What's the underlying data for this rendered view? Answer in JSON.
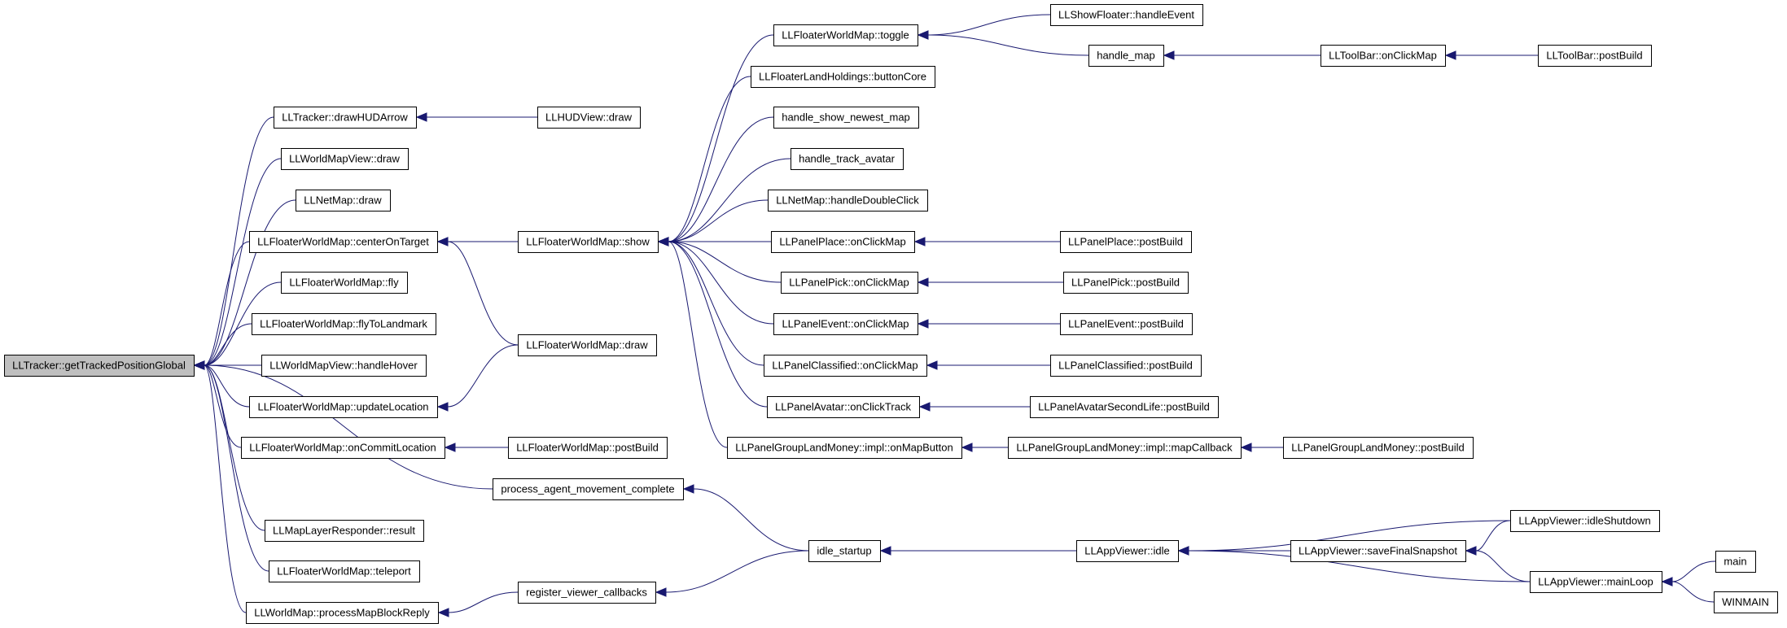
{
  "graph": {
    "root": "n_root",
    "nodes": [
      {
        "id": "n_root",
        "label": "LLTracker::getTrackedPositionGlobal",
        "root": true
      },
      {
        "id": "n_drawHUDArrow",
        "label": "LLTracker::drawHUDArrow"
      },
      {
        "id": "n_hudDraw",
        "label": "LLHUDView::draw"
      },
      {
        "id": "n_wmvDraw",
        "label": "LLWorldMapView::draw"
      },
      {
        "id": "n_netDraw",
        "label": "LLNetMap::draw"
      },
      {
        "id": "n_centerOnTarget",
        "label": "LLFloaterWorldMap::centerOnTarget"
      },
      {
        "id": "n_fly",
        "label": "LLFloaterWorldMap::fly"
      },
      {
        "id": "n_flyToLandmark",
        "label": "LLFloaterWorldMap::flyToLandmark"
      },
      {
        "id": "n_handleHover",
        "label": "LLWorldMapView::handleHover"
      },
      {
        "id": "n_updateLocation",
        "label": "LLFloaterWorldMap::updateLocation"
      },
      {
        "id": "n_onCommitLocation",
        "label": "LLFloaterWorldMap::onCommitLocation"
      },
      {
        "id": "n_fwmPostBuild",
        "label": "LLFloaterWorldMap::postBuild"
      },
      {
        "id": "n_pamc",
        "label": "process_agent_movement_complete"
      },
      {
        "id": "n_mlrResult",
        "label": "LLMapLayerResponder::result"
      },
      {
        "id": "n_teleport",
        "label": "LLFloaterWorldMap::teleport"
      },
      {
        "id": "n_pmbr",
        "label": "LLWorldMap::processMapBlockReply"
      },
      {
        "id": "n_rvc",
        "label": "register_viewer_callbacks"
      },
      {
        "id": "n_idleStartup",
        "label": "idle_startup"
      },
      {
        "id": "n_fwmShow",
        "label": "LLFloaterWorldMap::show"
      },
      {
        "id": "n_fwmDraw",
        "label": "LLFloaterWorldMap::draw"
      },
      {
        "id": "n_toggle",
        "label": "LLFloaterWorldMap::toggle"
      },
      {
        "id": "n_showFloater",
        "label": "LLShowFloater::handleEvent"
      },
      {
        "id": "n_handleMap",
        "label": "handle_map"
      },
      {
        "id": "n_tbOnClickMap",
        "label": "LLToolBar::onClickMap"
      },
      {
        "id": "n_tbPostBuild",
        "label": "LLToolBar::postBuild"
      },
      {
        "id": "n_landHoldings",
        "label": "LLFloaterLandHoldings::buttonCore"
      },
      {
        "id": "n_newestMap",
        "label": "handle_show_newest_map"
      },
      {
        "id": "n_trackAvatar",
        "label": "handle_track_avatar"
      },
      {
        "id": "n_netDblClick",
        "label": "LLNetMap::handleDoubleClick"
      },
      {
        "id": "n_ppOnClick",
        "label": "LLPanelPlace::onClickMap"
      },
      {
        "id": "n_ppPostBuild",
        "label": "LLPanelPlace::postBuild"
      },
      {
        "id": "n_pkOnClick",
        "label": "LLPanelPick::onClickMap"
      },
      {
        "id": "n_pkPostBuild",
        "label": "LLPanelPick::postBuild"
      },
      {
        "id": "n_peOnClick",
        "label": "LLPanelEvent::onClickMap"
      },
      {
        "id": "n_pePostBuild",
        "label": "LLPanelEvent::postBuild"
      },
      {
        "id": "n_pcOnClick",
        "label": "LLPanelClassified::onClickMap"
      },
      {
        "id": "n_pcPostBuild",
        "label": "LLPanelClassified::postBuild"
      },
      {
        "id": "n_paTrack",
        "label": "LLPanelAvatar::onClickTrack"
      },
      {
        "id": "n_paslPostBuild",
        "label": "LLPanelAvatarSecondLife::postBuild"
      },
      {
        "id": "n_pglmOnMap",
        "label": "LLPanelGroupLandMoney::impl::onMapButton"
      },
      {
        "id": "n_pglmMapCb",
        "label": "LLPanelGroupLandMoney::impl::mapCallback"
      },
      {
        "id": "n_pglmPostBuild",
        "label": "LLPanelGroupLandMoney::postBuild"
      },
      {
        "id": "n_avIdle",
        "label": "LLAppViewer::idle"
      },
      {
        "id": "n_avIdleShutdown",
        "label": "LLAppViewer::idleShutdown"
      },
      {
        "id": "n_avSaveSnap",
        "label": "LLAppViewer::saveFinalSnapshot"
      },
      {
        "id": "n_avMainLoop",
        "label": "LLAppViewer::mainLoop"
      },
      {
        "id": "n_main",
        "label": "main"
      },
      {
        "id": "n_winmain",
        "label": "WINMAIN"
      }
    ],
    "edges": [
      {
        "from": "n_drawHUDArrow",
        "to": "n_root"
      },
      {
        "from": "n_wmvDraw",
        "to": "n_root"
      },
      {
        "from": "n_netDraw",
        "to": "n_root"
      },
      {
        "from": "n_centerOnTarget",
        "to": "n_root"
      },
      {
        "from": "n_fly",
        "to": "n_root"
      },
      {
        "from": "n_flyToLandmark",
        "to": "n_root"
      },
      {
        "from": "n_handleHover",
        "to": "n_root"
      },
      {
        "from": "n_updateLocation",
        "to": "n_root"
      },
      {
        "from": "n_onCommitLocation",
        "to": "n_root"
      },
      {
        "from": "n_pamc",
        "to": "n_root"
      },
      {
        "from": "n_mlrResult",
        "to": "n_root"
      },
      {
        "from": "n_teleport",
        "to": "n_root"
      },
      {
        "from": "n_pmbr",
        "to": "n_root"
      },
      {
        "from": "n_hudDraw",
        "to": "n_drawHUDArrow"
      },
      {
        "from": "n_fwmShow",
        "to": "n_centerOnTarget"
      },
      {
        "from": "n_fwmDraw",
        "to": "n_centerOnTarget"
      },
      {
        "from": "n_fwmDraw",
        "to": "n_updateLocation"
      },
      {
        "from": "n_fwmPostBuild",
        "to": "n_onCommitLocation"
      },
      {
        "from": "n_idleStartup",
        "to": "n_pamc"
      },
      {
        "from": "n_rvc",
        "to": "n_pmbr"
      },
      {
        "from": "n_idleStartup",
        "to": "n_rvc"
      },
      {
        "from": "n_avIdle",
        "to": "n_idleStartup"
      },
      {
        "from": "n_toggle",
        "to": "n_fwmShow"
      },
      {
        "from": "n_landHoldings",
        "to": "n_fwmShow"
      },
      {
        "from": "n_newestMap",
        "to": "n_fwmShow"
      },
      {
        "from": "n_trackAvatar",
        "to": "n_fwmShow"
      },
      {
        "from": "n_netDblClick",
        "to": "n_fwmShow"
      },
      {
        "from": "n_ppOnClick",
        "to": "n_fwmShow"
      },
      {
        "from": "n_pkOnClick",
        "to": "n_fwmShow"
      },
      {
        "from": "n_peOnClick",
        "to": "n_fwmShow"
      },
      {
        "from": "n_pcOnClick",
        "to": "n_fwmShow"
      },
      {
        "from": "n_paTrack",
        "to": "n_fwmShow"
      },
      {
        "from": "n_pglmOnMap",
        "to": "n_fwmShow"
      },
      {
        "from": "n_showFloater",
        "to": "n_toggle"
      },
      {
        "from": "n_handleMap",
        "to": "n_toggle"
      },
      {
        "from": "n_tbOnClickMap",
        "to": "n_handleMap"
      },
      {
        "from": "n_tbPostBuild",
        "to": "n_tbOnClickMap"
      },
      {
        "from": "n_ppPostBuild",
        "to": "n_ppOnClick"
      },
      {
        "from": "n_pkPostBuild",
        "to": "n_pkOnClick"
      },
      {
        "from": "n_pePostBuild",
        "to": "n_peOnClick"
      },
      {
        "from": "n_pcPostBuild",
        "to": "n_pcOnClick"
      },
      {
        "from": "n_paslPostBuild",
        "to": "n_paTrack"
      },
      {
        "from": "n_pglmMapCb",
        "to": "n_pglmOnMap"
      },
      {
        "from": "n_pglmPostBuild",
        "to": "n_pglmMapCb"
      },
      {
        "from": "n_avIdleShutdown",
        "to": "n_avIdle"
      },
      {
        "from": "n_avSaveSnap",
        "to": "n_avIdle"
      },
      {
        "from": "n_avMainLoop",
        "to": "n_avIdle"
      },
      {
        "from": "n_avIdleShutdown",
        "to": "n_avSaveSnap"
      },
      {
        "from": "n_avMainLoop",
        "to": "n_avSaveSnap"
      },
      {
        "from": "n_main",
        "to": "n_avMainLoop"
      },
      {
        "from": "n_winmain",
        "to": "n_avMainLoop"
      }
    ]
  }
}
